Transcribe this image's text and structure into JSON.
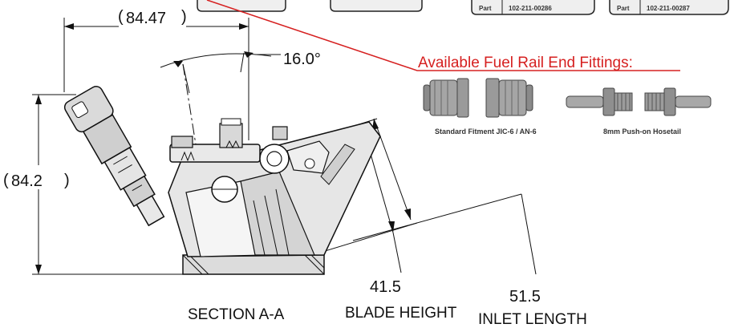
{
  "part_tags": [
    {
      "label": "Part",
      "number": "102-211-00286"
    },
    {
      "label": "Part",
      "number": "102-211-00287"
    }
  ],
  "dimensions": {
    "width": "84.47",
    "height": "84.2",
    "angle": "16.0°",
    "blade_height_value": "41.5",
    "inlet_length_value": "51.5"
  },
  "labels": {
    "section": "SECTION A-A",
    "blade_height": "BLADE HEIGHT",
    "inlet_length": "INLET LENGTH"
  },
  "fittings": {
    "title": "Available Fuel Rail End Fittings:",
    "items": [
      {
        "caption": "Standard Fitment JIC-6 / AN-6"
      },
      {
        "caption": "8mm Push-on Hosetail"
      }
    ]
  },
  "colors": {
    "leader_red": "#d62020",
    "line_dark": "#111111",
    "fitting_gray": "#8a8a8a"
  }
}
